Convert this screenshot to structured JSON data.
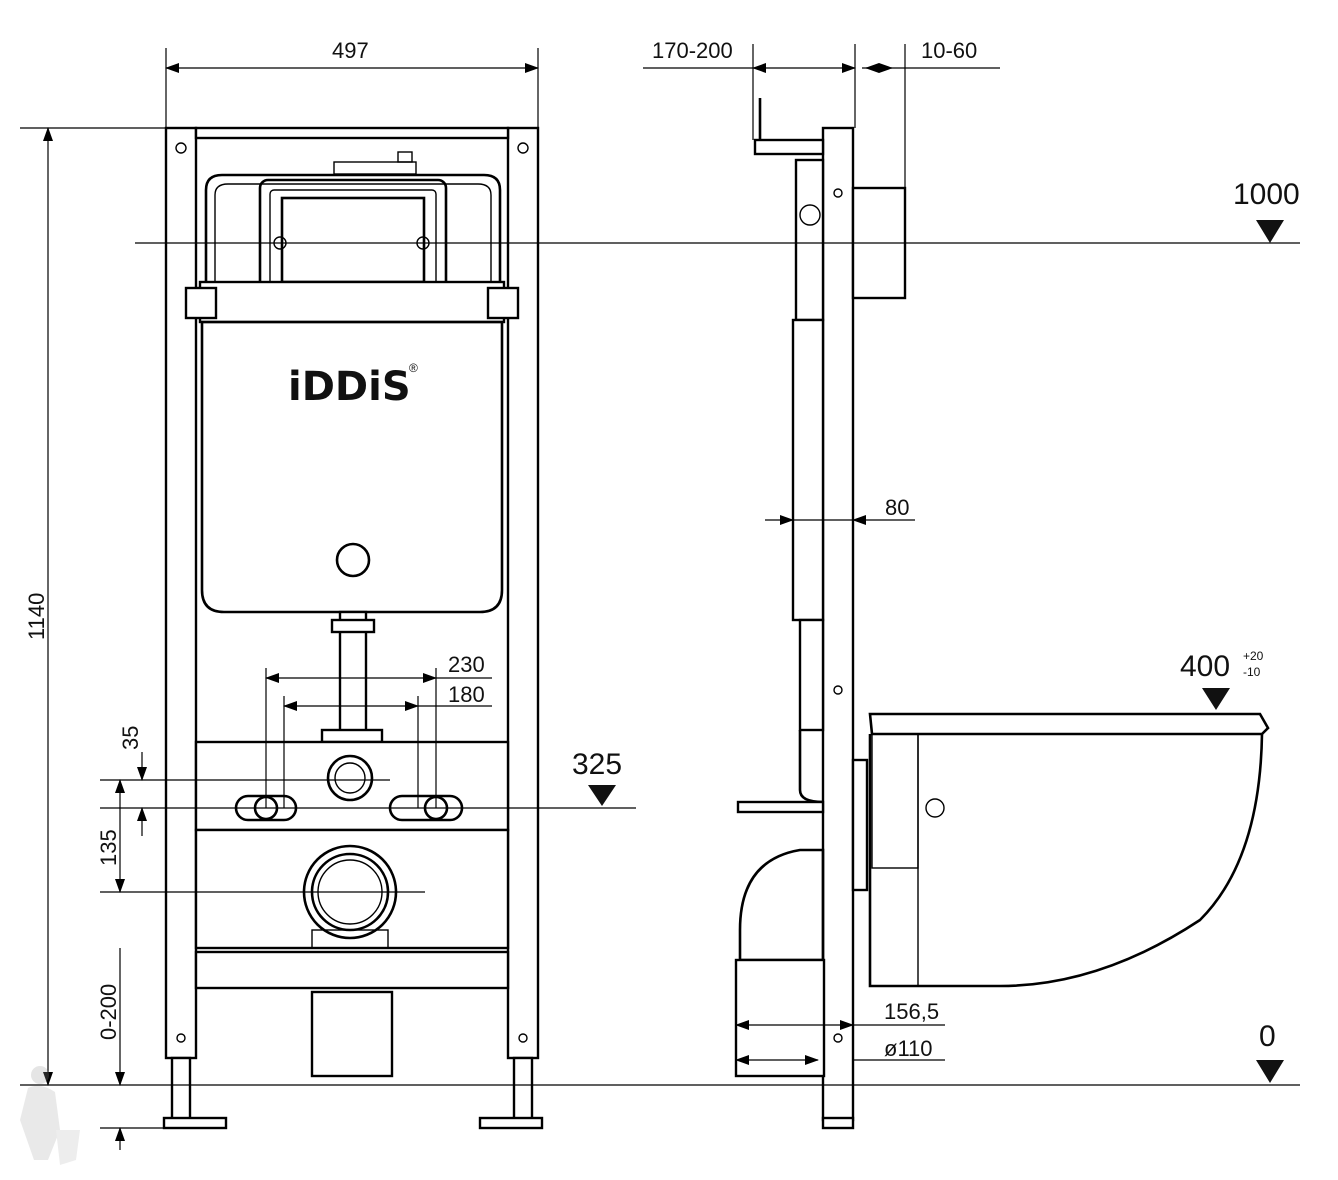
{
  "title": "IDDIS installation frame dimension drawing",
  "logo": {
    "text": "iDDiS",
    "mark": "®"
  },
  "dimensions": {
    "width": "497",
    "depth_adjust": "170-200",
    "panel_offset": "10-60",
    "height": "1140",
    "flush_button_height": "1000",
    "stud_spacing_outer": "230",
    "stud_spacing_inner": "180",
    "stud_vertical_offset": "35",
    "stud_height": "325",
    "drain_offset": "135",
    "leg_adjust": "0-200",
    "frame_depth": "80",
    "seat_height": "400",
    "seat_tol_plus": "+20",
    "seat_tol_minus": "-10",
    "drain_projection": "156,5",
    "drain_diameter": "ø110",
    "floor_level": "0"
  }
}
